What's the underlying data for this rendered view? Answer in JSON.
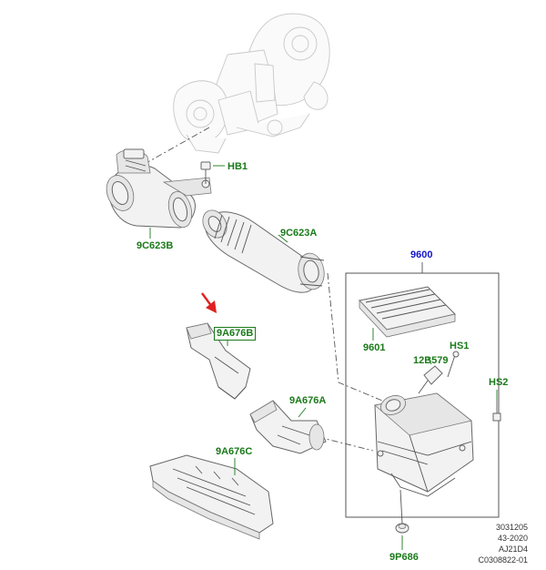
{
  "callouts": {
    "hb1": "HB1",
    "p9c623a": "9C623A",
    "p9c623b": "9C623B",
    "p9600": "9600",
    "p9601": "9601",
    "p12b579": "12B579",
    "hs1": "HS1",
    "hs2": "HS2",
    "p9a676b": "9A676B",
    "p9a676a": "9A676A",
    "p9a676c": "9A676C",
    "p9p686": "9P686"
  },
  "reference_codes": [
    "3031205",
    "43-2020",
    "AJ21D4",
    "C0308822-01"
  ],
  "colors": {
    "callout_green": "#1a7a1a",
    "callout_blue": "#1414c8",
    "arrow_red": "#e02020"
  }
}
